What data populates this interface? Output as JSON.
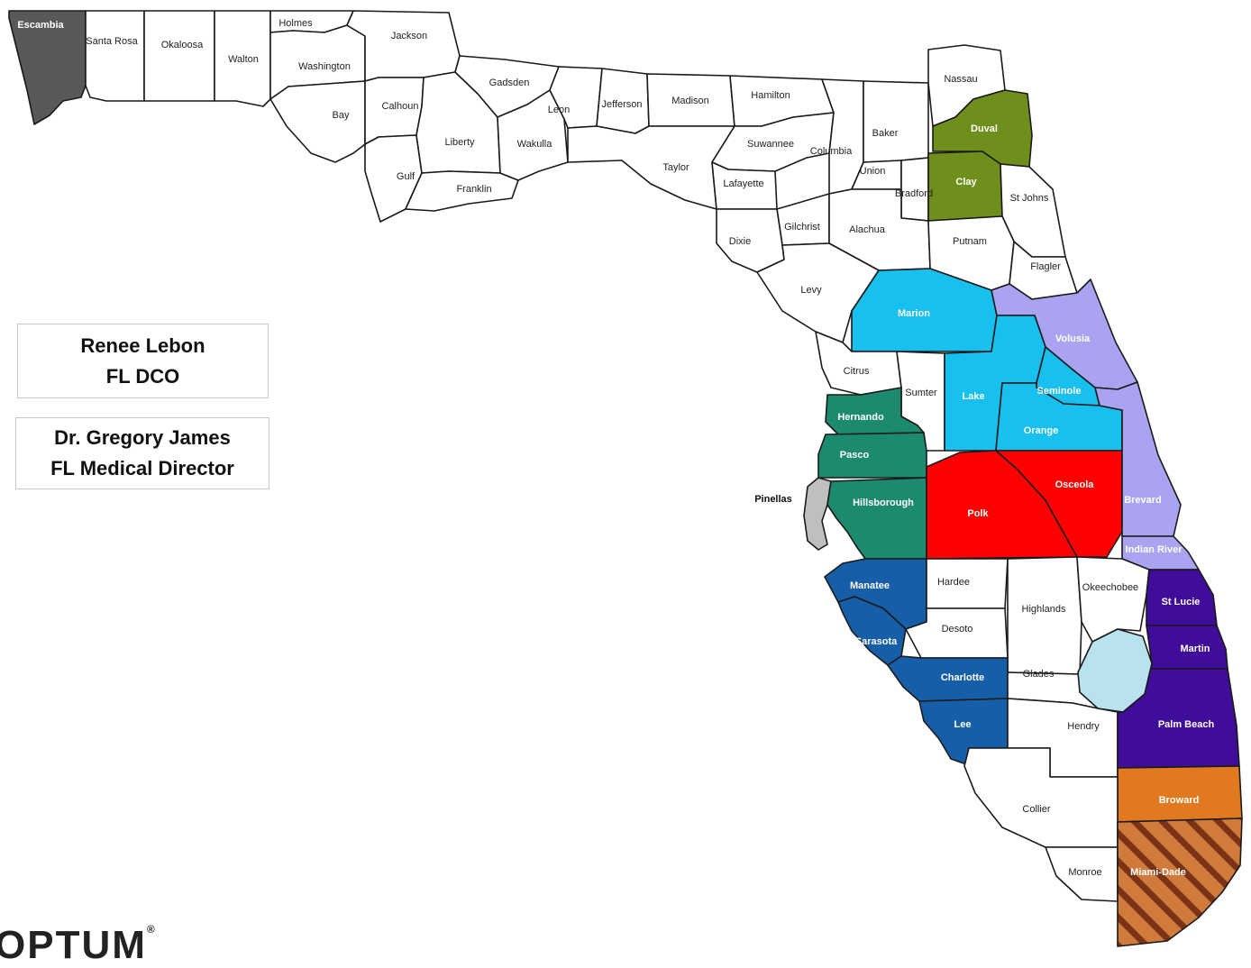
{
  "info_boxes": [
    {
      "line1": "Renee Lebon",
      "line2": "FL DCO"
    },
    {
      "line1": "Dr. Gregory James",
      "line2": "FL Medical Director"
    }
  ],
  "logo": {
    "text": "OPTUM",
    "mark": "®"
  },
  "colors": {
    "outline": "#1a1a1a",
    "unassigned": "#ffffff",
    "escambia": "#595959",
    "duval_clay": "#6f8f1c",
    "marion_lake_orange_seminole": "#18c0ef",
    "volusia_brevard_indian_river": "#a9a3f2",
    "hernando_pasco_hillsborough": "#1b8a6e",
    "pinellas": "#bfbfbf",
    "polk_osceola": "#ff0000",
    "manatee_sarasota_charlotte_lee": "#165ea8",
    "okeechobee_lake": "#b8e2ee",
    "st_lucie_martin_palm_beach": "#3f0d99",
    "broward": "#e0791f",
    "miami_dade": "#d07a3c",
    "miami_dade_stripe": "#7a3316"
  },
  "counties": [
    {
      "name": "Escambia",
      "color": "#595959",
      "label": "Escambia"
    },
    {
      "name": "Santa Rosa",
      "color": "#ffffff",
      "label": "Santa Rosa"
    },
    {
      "name": "Okaloosa",
      "color": "#ffffff",
      "label": "Okaloosa"
    },
    {
      "name": "Walton",
      "color": "#ffffff",
      "label": "Walton"
    },
    {
      "name": "Holmes",
      "color": "#ffffff",
      "label": "Holmes"
    },
    {
      "name": "Washington",
      "color": "#ffffff",
      "label": "Washington"
    },
    {
      "name": "Jackson",
      "color": "#ffffff",
      "label": "Jackson"
    },
    {
      "name": "Bay",
      "color": "#ffffff",
      "label": "Bay"
    },
    {
      "name": "Calhoun",
      "color": "#ffffff",
      "label": "Calhoun"
    },
    {
      "name": "Gulf",
      "color": "#ffffff",
      "label": "Gulf"
    },
    {
      "name": "Liberty",
      "color": "#ffffff",
      "label": "Liberty"
    },
    {
      "name": "Gadsden",
      "color": "#ffffff",
      "label": "Gadsden"
    },
    {
      "name": "Franklin",
      "color": "#ffffff",
      "label": "Franklin"
    },
    {
      "name": "Wakulla",
      "color": "#ffffff",
      "label": "Wakulla"
    },
    {
      "name": "Leon",
      "color": "#ffffff",
      "label": "Leon"
    },
    {
      "name": "Jefferson",
      "color": "#ffffff",
      "label": "Jefferson"
    },
    {
      "name": "Madison",
      "color": "#ffffff",
      "label": "Madison"
    },
    {
      "name": "Taylor",
      "color": "#ffffff",
      "label": "Taylor"
    },
    {
      "name": "Hamilton",
      "color": "#ffffff",
      "label": "Hamilton"
    },
    {
      "name": "Suwannee",
      "color": "#ffffff",
      "label": "Suwannee"
    },
    {
      "name": "Lafayette",
      "color": "#ffffff",
      "label": "Lafayette"
    },
    {
      "name": "Columbia",
      "color": "#ffffff",
      "label": "Columbia"
    },
    {
      "name": "Baker",
      "color": "#ffffff",
      "label": "Baker"
    },
    {
      "name": "Nassau",
      "color": "#ffffff",
      "label": "Nassau"
    },
    {
      "name": "Duval",
      "color": "#6f8f1c",
      "label": "Duval"
    },
    {
      "name": "Union",
      "color": "#ffffff",
      "label": "Union"
    },
    {
      "name": "Bradford",
      "color": "#ffffff",
      "label": "Bradford"
    },
    {
      "name": "Clay",
      "color": "#6f8f1c",
      "label": "Clay"
    },
    {
      "name": "St Johns",
      "color": "#ffffff",
      "label": "St Johns"
    },
    {
      "name": "Gilchrist",
      "color": "#ffffff",
      "label": "Gilchrist"
    },
    {
      "name": "Alachua",
      "color": "#ffffff",
      "label": "Alachua"
    },
    {
      "name": "Dixie",
      "color": "#ffffff",
      "label": "Dixie"
    },
    {
      "name": "Putnam",
      "color": "#ffffff",
      "label": "Putnam"
    },
    {
      "name": "Flagler",
      "color": "#ffffff",
      "label": "Flagler"
    },
    {
      "name": "Levy",
      "color": "#ffffff",
      "label": "Levy"
    },
    {
      "name": "Marion",
      "color": "#18c0ef",
      "label": "Marion"
    },
    {
      "name": "Volusia",
      "color": "#a9a3f2",
      "label": "Volusia"
    },
    {
      "name": "Citrus",
      "color": "#ffffff",
      "label": "Citrus"
    },
    {
      "name": "Sumter",
      "color": "#ffffff",
      "label": "Sumter"
    },
    {
      "name": "Lake",
      "color": "#18c0ef",
      "label": "Lake"
    },
    {
      "name": "Seminole",
      "color": "#18c0ef",
      "label": "Seminole"
    },
    {
      "name": "Orange",
      "color": "#18c0ef",
      "label": "Orange"
    },
    {
      "name": "Hernando",
      "color": "#1b8a6e",
      "label": "Hernando"
    },
    {
      "name": "Pasco",
      "color": "#1b8a6e",
      "label": "Pasco"
    },
    {
      "name": "Pinellas",
      "color": "#bfbfbf",
      "label": "Pinellas"
    },
    {
      "name": "Hillsborough",
      "color": "#1b8a6e",
      "label": "Hillsborough"
    },
    {
      "name": "Polk",
      "color": "#ff0000",
      "label": "Polk"
    },
    {
      "name": "Osceola",
      "color": "#ff0000",
      "label": "Osceola"
    },
    {
      "name": "Brevard",
      "color": "#a9a3f2",
      "label": "Brevard"
    },
    {
      "name": "Indian River",
      "color": "#a9a3f2",
      "label": "Indian River"
    },
    {
      "name": "Manatee",
      "color": "#165ea8",
      "label": "Manatee"
    },
    {
      "name": "Hardee",
      "color": "#ffffff",
      "label": "Hardee"
    },
    {
      "name": "Highlands",
      "color": "#ffffff",
      "label": "Highlands"
    },
    {
      "name": "Okeechobee",
      "color": "#ffffff",
      "label": "Okeechobee"
    },
    {
      "name": "St Lucie",
      "color": "#3f0d99",
      "label": "St Lucie"
    },
    {
      "name": "Sarasota",
      "color": "#165ea8",
      "label": "Sarasota"
    },
    {
      "name": "Desoto",
      "color": "#ffffff",
      "label": "Desoto"
    },
    {
      "name": "Charlotte",
      "color": "#165ea8",
      "label": "Charlotte"
    },
    {
      "name": "Glades",
      "color": "#ffffff",
      "label": "Glades"
    },
    {
      "name": "Martin",
      "color": "#3f0d99",
      "label": "Martin"
    },
    {
      "name": "Lee",
      "color": "#165ea8",
      "label": "Lee"
    },
    {
      "name": "Hendry",
      "color": "#ffffff",
      "label": "Hendry"
    },
    {
      "name": "Palm Beach",
      "color": "#3f0d99",
      "label": "Palm Beach"
    },
    {
      "name": "Broward",
      "color": "#e0791f",
      "label": "Broward"
    },
    {
      "name": "Collier",
      "color": "#ffffff",
      "label": "Collier"
    },
    {
      "name": "Monroe",
      "color": "#ffffff",
      "label": "Monroe"
    },
    {
      "name": "Miami-Dade",
      "color": "hatch",
      "label": "Miami-Dade"
    }
  ]
}
